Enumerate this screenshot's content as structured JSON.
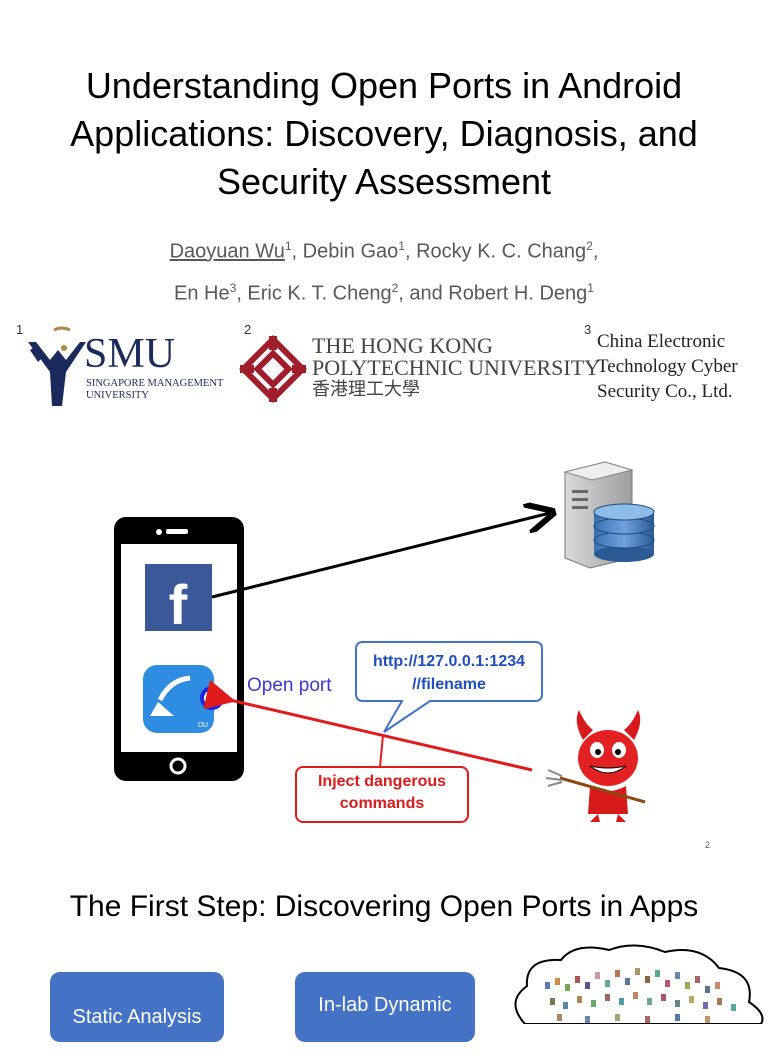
{
  "slide1": {
    "title_lines": [
      "Understanding Open Ports in Android",
      "Applications: Discovery, Diagnosis, and",
      "Security Assessment"
    ],
    "authors": {
      "a1": "Daoyuan Wu",
      "a1_sup": "1",
      "a2": ", Debin Gao",
      "a2_sup": "1",
      "a3": ", Rocky K. C. Chang",
      "a3_sup": "2",
      "a3_tail": ",",
      "a4": "En He",
      "a4_sup": "3",
      "a5": ", Eric K. T. Cheng",
      "a5_sup": "2",
      "a6": ", and Robert H. Deng",
      "a6_sup": "1"
    },
    "affiliations": {
      "n1": "1",
      "n2": "2",
      "n3": "3",
      "smu_short": "SMU",
      "smu_line1": "SINGAPORE MANAGEMENT",
      "smu_line2": "UNIVERSITY",
      "polyu_line1": "THE HONG KONG",
      "polyu_line2": "POLYTECHNIC UNIVERSITY",
      "polyu_chinese": "香港理工大學",
      "cetc_line1": "China Electronic",
      "cetc_line2": "Technology Cyber",
      "cetc_line3": "Security Co., Ltd."
    }
  },
  "diagram": {
    "callout_line1": "http://127.0.0.1:1234",
    "callout_line2": "//filename",
    "open_port_label": "Open port",
    "inject_line1": "Inject dangerous",
    "inject_line2": "commands",
    "facebook_glyph": "f",
    "du_badge": "DU",
    "page_number": "2",
    "colors": {
      "arrow_red": "#e01b1b",
      "callout_blue": "#4472c4",
      "facebook": "#3b5998"
    }
  },
  "slide2": {
    "title": "The First Step: Discovering Open Ports in Apps",
    "button1": "Static Analysis",
    "button2": "In-lab Dynamic"
  }
}
